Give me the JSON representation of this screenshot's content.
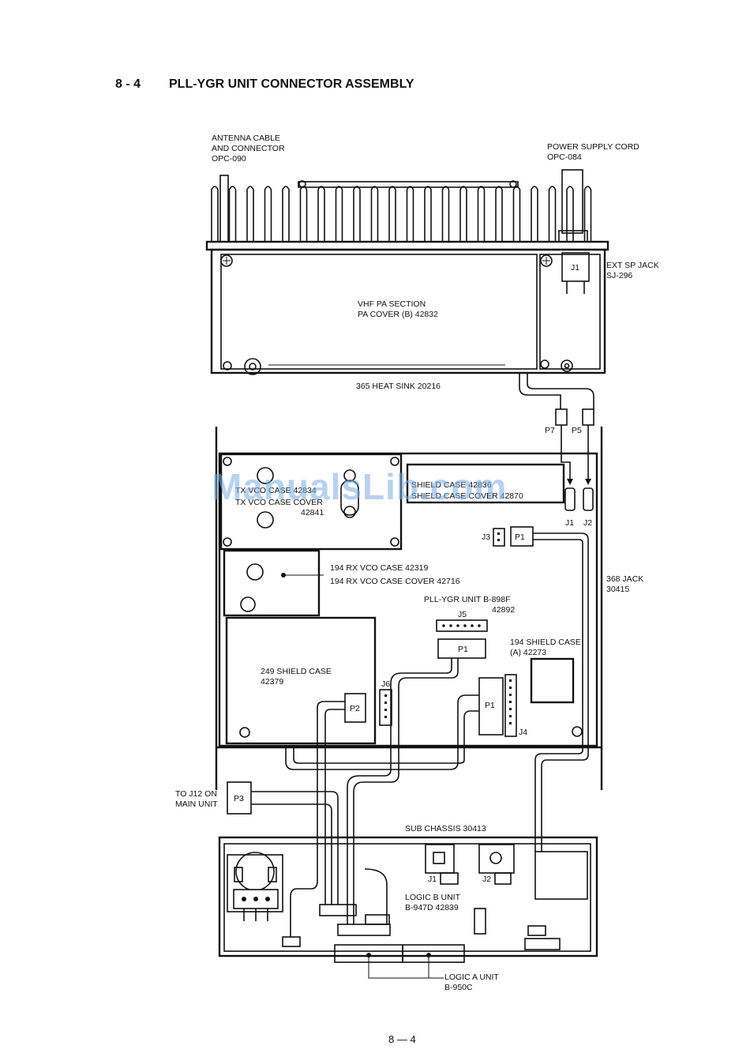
{
  "header": {
    "section_number": "8 - 4",
    "title": "PLL-YGR UNIT CONNECTOR ASSEMBLY"
  },
  "watermark": "ManualsLib.com",
  "labels": {
    "antenna_1": "ANTENNA CABLE",
    "antenna_2": "AND CONNECTOR",
    "antenna_3": "OPC-090",
    "power_1": "POWER SUPPLY CORD",
    "power_2": "OPC-084",
    "ext_sp_1": "EXT SP JACK",
    "ext_sp_2": "SJ-296",
    "j1_top": "J1",
    "pa_1": "VHF PA SECTION",
    "pa_2": "PA COVER (B) 42832",
    "heatsink": "365 HEAT SINK 20216",
    "p7": "P7",
    "p5": "P5",
    "tx_vco_1": "TX VCO CASE 42834",
    "tx_vco_2": "TX VCO CASE COVER",
    "tx_vco_3": "42841",
    "shield_top_1": "SHIELD CASE 42836",
    "shield_top_2": "SHIELD CASE COVER 42870",
    "j1_mid": "J1",
    "j2_mid": "J2",
    "j3": "J3",
    "p1_j3": "P1",
    "jack_1": "368 JACK",
    "jack_2": "30415",
    "rx_vco_1": "194 RX VCO CASE 42319",
    "rx_vco_2": "194 RX VCO CASE COVER 42716",
    "pll_1": "PLL-YGR UNIT B-898F",
    "pll_2": "42892",
    "j5": "J5",
    "p1_j5": "P1",
    "shield_a_1": "194 SHIELD CASE",
    "shield_a_2": "(A) 42273",
    "shield249_1": "249 SHIELD CASE",
    "shield249_2": "42379",
    "j6": "J6",
    "p2": "P2",
    "p1_j4": "P1",
    "j4": "J4",
    "to_j12_1": "TO J12 ON",
    "to_j12_2": "MAIN UNIT",
    "p3": "P3",
    "sub_chassis": "SUB CHASSIS 30413",
    "j1_bot": "J1",
    "j2_bot": "J2",
    "logic_b_1": "LOGIC B UNIT",
    "logic_b_2": "B-947D 42839",
    "logic_a_1": "LOGIC A UNIT",
    "logic_a_2": "B-950C"
  },
  "footer": {
    "page_number": "8 — 4"
  }
}
